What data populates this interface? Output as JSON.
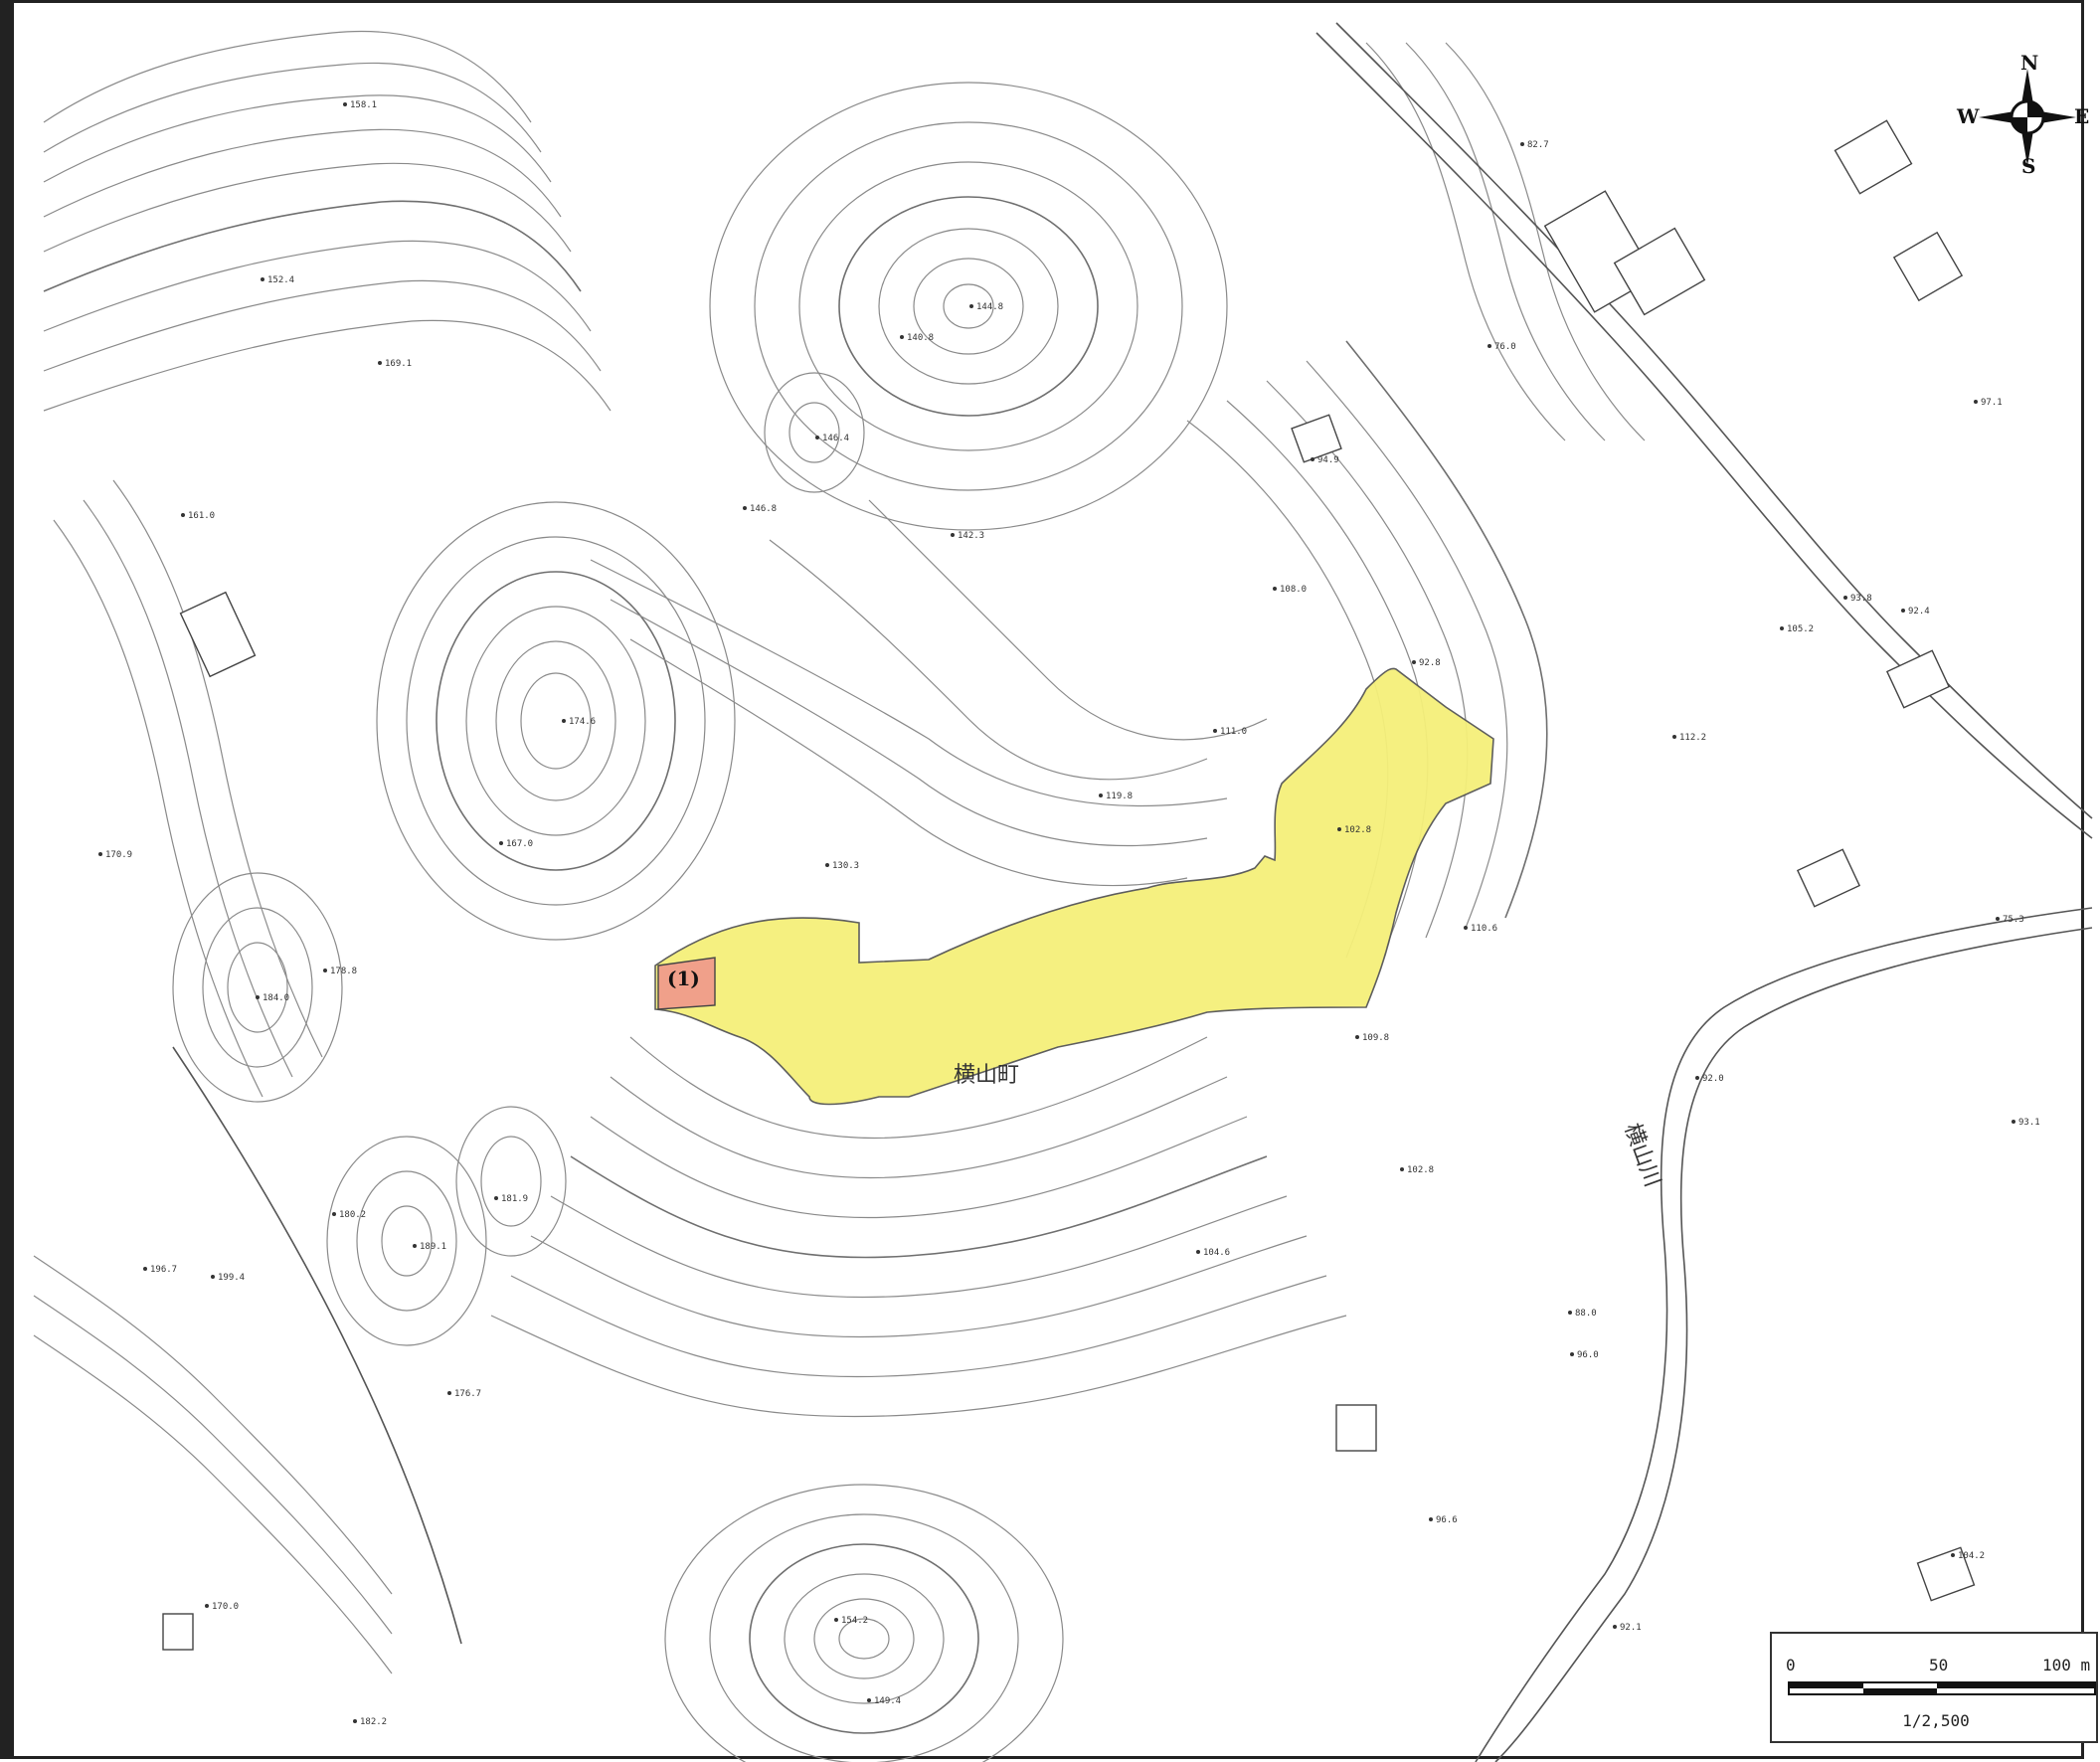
{
  "map": {
    "place_name": "横山町",
    "river_name": "横山川",
    "zone_id": "(1)",
    "colors": {
      "hazard_zone": "#f5f07a",
      "hazard_core": "#f0a08a",
      "contour": "#8a8a8a",
      "background": "#ffffff"
    },
    "spot_heights": [
      "158.1",
      "152.4",
      "169.1",
      "161.0",
      "174.6",
      "167.0",
      "170.9",
      "178.8",
      "184.0",
      "146.4",
      "144.8",
      "140.8",
      "142.3",
      "146.8",
      "130.3",
      "119.8",
      "111.0",
      "108.0",
      "102.8",
      "110.6",
      "109.8",
      "92.8",
      "94.9",
      "76.0",
      "82.7",
      "88.0",
      "112.2",
      "105.2",
      "93.8",
      "92.4",
      "97.1",
      "75.3",
      "92.0",
      "102.8",
      "104.6",
      "96.0",
      "96.6",
      "92.1",
      "154.2",
      "149.4",
      "170.0",
      "182.2",
      "176.7",
      "196.7",
      "199.4",
      "180.2",
      "189.1",
      "181.9",
      "93.1",
      "104.2"
    ]
  },
  "compass": {
    "north": "N",
    "south": "S",
    "east": "E",
    "west": "W",
    "icon": "compass-rose-icon"
  },
  "scale": {
    "label_0": "0",
    "label_50": "50",
    "label_100": "100 m",
    "ratio": "1/2,500"
  }
}
